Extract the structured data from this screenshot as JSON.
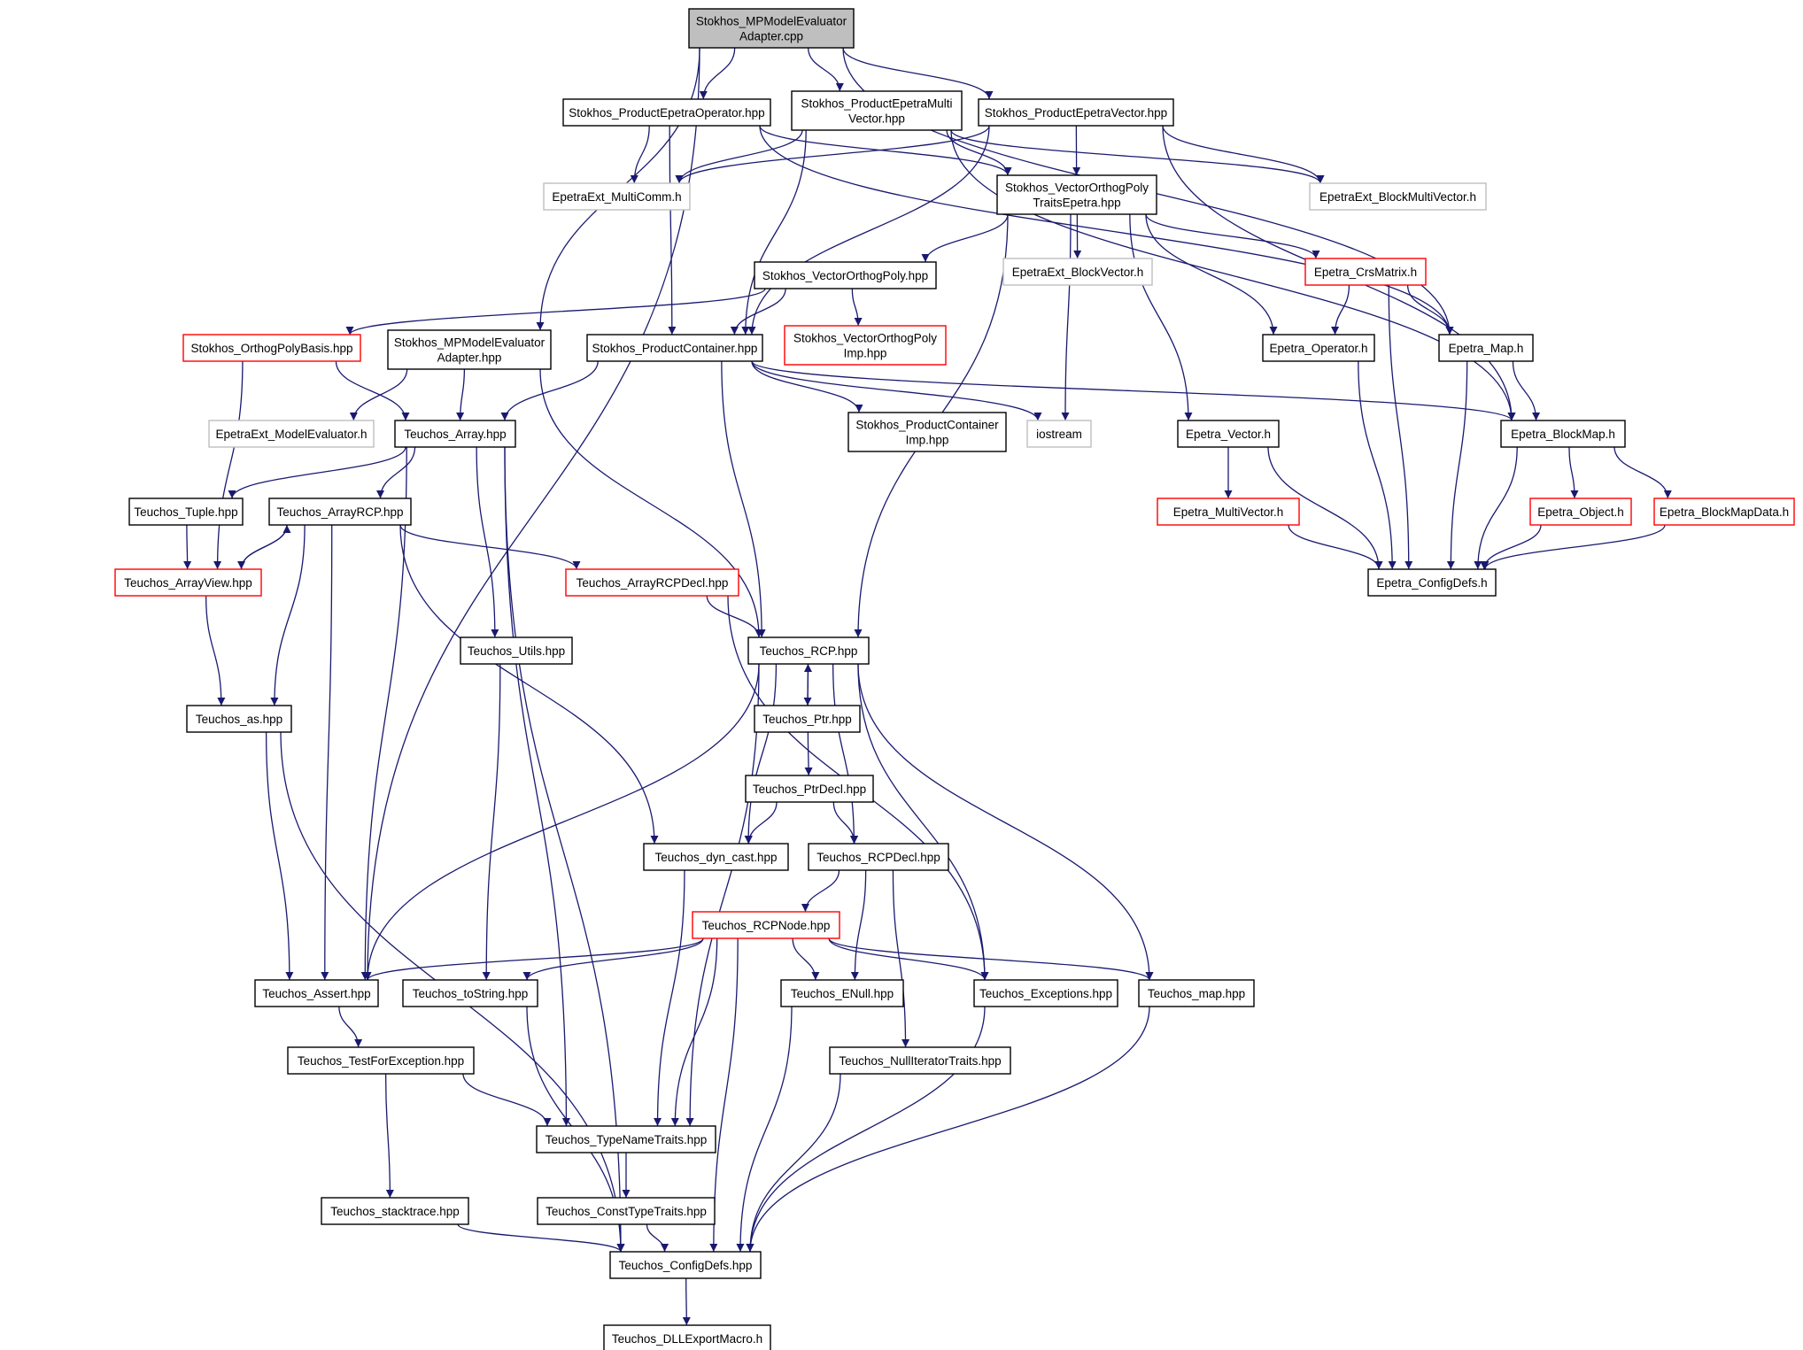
{
  "colors": {
    "edge": "#191970",
    "arrowhead": "#191970",
    "node_border_normal": "#000000",
    "node_border_truncated": "#ff0000",
    "node_border_external": "#bfbfbf",
    "node_fill_root": "#bfbfbf",
    "node_fill": "#ffffff"
  },
  "nodes": [
    {
      "id": "root",
      "lines": [
        "Stokhos_MPModelEvaluator",
        "Adapter.cpp"
      ],
      "kind": "root"
    },
    {
      "id": "prodOp",
      "lines": [
        "Stokhos_ProductEpetraOperator.hpp"
      ],
      "kind": "normal"
    },
    {
      "id": "prodMV",
      "lines": [
        "Stokhos_ProductEpetraMulti",
        "Vector.hpp"
      ],
      "kind": "normal"
    },
    {
      "id": "prodV",
      "lines": [
        "Stokhos_ProductEpetraVector.hpp"
      ],
      "kind": "normal"
    },
    {
      "id": "mpmodelhpp",
      "lines": [
        "Stokhos_MPModelEvaluator",
        "Adapter.hpp"
      ],
      "kind": "normal"
    },
    {
      "id": "multiComm",
      "lines": [
        "EpetraExt_MultiComm.h"
      ],
      "kind": "external"
    },
    {
      "id": "vopTraits",
      "lines": [
        "Stokhos_VectorOrthogPoly",
        "TraitsEpetra.hpp"
      ],
      "kind": "normal"
    },
    {
      "id": "blockMV",
      "lines": [
        "EpetraExt_BlockMultiVector.h"
      ],
      "kind": "external"
    },
    {
      "id": "vop",
      "lines": [
        "Stokhos_VectorOrthogPoly.hpp"
      ],
      "kind": "normal"
    },
    {
      "id": "blockVec",
      "lines": [
        "EpetraExt_BlockVector.h"
      ],
      "kind": "external"
    },
    {
      "id": "crsMatrix",
      "lines": [
        "Epetra_CrsMatrix.h"
      ],
      "kind": "truncated"
    },
    {
      "id": "opBasis",
      "lines": [
        "Stokhos_OrthogPolyBasis.hpp"
      ],
      "kind": "truncated"
    },
    {
      "id": "prodCont",
      "lines": [
        "Stokhos_ProductContainer.hpp"
      ],
      "kind": "normal"
    },
    {
      "id": "vopImp",
      "lines": [
        "Stokhos_VectorOrthogPoly",
        "Imp.hpp"
      ],
      "kind": "truncated"
    },
    {
      "id": "epOperator",
      "lines": [
        "Epetra_Operator.h"
      ],
      "kind": "normal"
    },
    {
      "id": "epMap",
      "lines": [
        "Epetra_Map.h"
      ],
      "kind": "normal"
    },
    {
      "id": "modelEval",
      "lines": [
        "EpetraExt_ModelEvaluator.h"
      ],
      "kind": "external"
    },
    {
      "id": "tArray",
      "lines": [
        "Teuchos_Array.hpp"
      ],
      "kind": "normal"
    },
    {
      "id": "prodContImp",
      "lines": [
        "Stokhos_ProductContainer",
        "Imp.hpp"
      ],
      "kind": "normal"
    },
    {
      "id": "iostream",
      "lines": [
        "iostream"
      ],
      "kind": "external"
    },
    {
      "id": "epVector",
      "lines": [
        "Epetra_Vector.h"
      ],
      "kind": "normal"
    },
    {
      "id": "epBlockMap",
      "lines": [
        "Epetra_BlockMap.h"
      ],
      "kind": "normal"
    },
    {
      "id": "tTuple",
      "lines": [
        "Teuchos_Tuple.hpp"
      ],
      "kind": "normal"
    },
    {
      "id": "tArrayRCP",
      "lines": [
        "Teuchos_ArrayRCP.hpp"
      ],
      "kind": "normal"
    },
    {
      "id": "epMV",
      "lines": [
        "Epetra_MultiVector.h"
      ],
      "kind": "truncated"
    },
    {
      "id": "epObject",
      "lines": [
        "Epetra_Object.h"
      ],
      "kind": "truncated"
    },
    {
      "id": "epBMData",
      "lines": [
        "Epetra_BlockMapData.h"
      ],
      "kind": "truncated"
    },
    {
      "id": "tArrayView",
      "lines": [
        "Teuchos_ArrayView.hpp"
      ],
      "kind": "truncated"
    },
    {
      "id": "tArrayRCPDecl",
      "lines": [
        "Teuchos_ArrayRCPDecl.hpp"
      ],
      "kind": "truncated"
    },
    {
      "id": "epConfig",
      "lines": [
        "Epetra_ConfigDefs.h"
      ],
      "kind": "normal"
    },
    {
      "id": "tUtils",
      "lines": [
        "Teuchos_Utils.hpp"
      ],
      "kind": "normal"
    },
    {
      "id": "tRCP",
      "lines": [
        "Teuchos_RCP.hpp"
      ],
      "kind": "normal"
    },
    {
      "id": "tAs",
      "lines": [
        "Teuchos_as.hpp"
      ],
      "kind": "normal"
    },
    {
      "id": "tPtr",
      "lines": [
        "Teuchos_Ptr.hpp"
      ],
      "kind": "normal"
    },
    {
      "id": "tPtrDecl",
      "lines": [
        "Teuchos_PtrDecl.hpp"
      ],
      "kind": "normal"
    },
    {
      "id": "tDynCast",
      "lines": [
        "Teuchos_dyn_cast.hpp"
      ],
      "kind": "normal"
    },
    {
      "id": "tRCPDecl",
      "lines": [
        "Teuchos_RCPDecl.hpp"
      ],
      "kind": "normal"
    },
    {
      "id": "tRCPNode",
      "lines": [
        "Teuchos_RCPNode.hpp"
      ],
      "kind": "truncated"
    },
    {
      "id": "tAssert",
      "lines": [
        "Teuchos_Assert.hpp"
      ],
      "kind": "normal"
    },
    {
      "id": "tToString",
      "lines": [
        "Teuchos_toString.hpp"
      ],
      "kind": "normal"
    },
    {
      "id": "tENull",
      "lines": [
        "Teuchos_ENull.hpp"
      ],
      "kind": "normal"
    },
    {
      "id": "tExceptions",
      "lines": [
        "Teuchos_Exceptions.hpp"
      ],
      "kind": "normal"
    },
    {
      "id": "tMap",
      "lines": [
        "Teuchos_map.hpp"
      ],
      "kind": "normal"
    },
    {
      "id": "tTestForExc",
      "lines": [
        "Teuchos_TestForException.hpp"
      ],
      "kind": "normal"
    },
    {
      "id": "tNullIter",
      "lines": [
        "Teuchos_NullIteratorTraits.hpp"
      ],
      "kind": "normal"
    },
    {
      "id": "tTypeName",
      "lines": [
        "Teuchos_TypeNameTraits.hpp"
      ],
      "kind": "normal"
    },
    {
      "id": "tStack",
      "lines": [
        "Teuchos_stacktrace.hpp"
      ],
      "kind": "normal"
    },
    {
      "id": "tConstType",
      "lines": [
        "Teuchos_ConstTypeTraits.hpp"
      ],
      "kind": "normal"
    },
    {
      "id": "tConfig",
      "lines": [
        "Teuchos_ConfigDefs.hpp"
      ],
      "kind": "normal"
    },
    {
      "id": "tDLL",
      "lines": [
        "Teuchos_DLLExportMacro.h"
      ],
      "kind": "normal"
    }
  ],
  "edges": [
    [
      "root",
      "prodOp"
    ],
    [
      "root",
      "prodMV"
    ],
    [
      "root",
      "prodV"
    ],
    [
      "root",
      "mpmodelhpp"
    ],
    [
      "root",
      "tAssert"
    ],
    [
      "root",
      "epMap"
    ],
    [
      "prodOp",
      "multiComm"
    ],
    [
      "prodOp",
      "vopTraits"
    ],
    [
      "prodOp",
      "prodCont"
    ],
    [
      "prodOp",
      "epMap"
    ],
    [
      "prodMV",
      "multiComm"
    ],
    [
      "prodMV",
      "vopTraits"
    ],
    [
      "prodMV",
      "prodCont"
    ],
    [
      "prodMV",
      "blockMV"
    ],
    [
      "prodMV",
      "epBlockMap"
    ],
    [
      "prodV",
      "multiComm"
    ],
    [
      "prodV",
      "vopTraits"
    ],
    [
      "prodV",
      "prodCont"
    ],
    [
      "prodV",
      "blockMV"
    ],
    [
      "prodV",
      "epBlockMap"
    ],
    [
      "vopTraits",
      "vop"
    ],
    [
      "vopTraits",
      "blockVec"
    ],
    [
      "vopTraits",
      "crsMatrix"
    ],
    [
      "vopTraits",
      "epOperator"
    ],
    [
      "vopTraits",
      "epVector"
    ],
    [
      "vopTraits",
      "iostream"
    ],
    [
      "vopTraits",
      "tRCP"
    ],
    [
      "vop",
      "opBasis"
    ],
    [
      "vop",
      "prodCont"
    ],
    [
      "vop",
      "vopImp"
    ],
    [
      "crsMatrix",
      "epOperator"
    ],
    [
      "crsMatrix",
      "epMap"
    ],
    [
      "crsMatrix",
      "epConfig"
    ],
    [
      "opBasis",
      "tArray"
    ],
    [
      "opBasis",
      "tArrayView"
    ],
    [
      "mpmodelhpp",
      "modelEval"
    ],
    [
      "mpmodelhpp",
      "tArray"
    ],
    [
      "mpmodelhpp",
      "tRCP"
    ],
    [
      "prodCont",
      "tArray"
    ],
    [
      "prodCont",
      "prodContImp"
    ],
    [
      "prodCont",
      "iostream"
    ],
    [
      "prodCont",
      "epBlockMap"
    ],
    [
      "prodCont",
      "tRCP"
    ],
    [
      "epOperator",
      "epConfig"
    ],
    [
      "epMap",
      "epBlockMap"
    ],
    [
      "epMap",
      "epConfig"
    ],
    [
      "epVector",
      "epMV"
    ],
    [
      "epVector",
      "epConfig"
    ],
    [
      "epBlockMap",
      "epObject"
    ],
    [
      "epBlockMap",
      "epBMData"
    ],
    [
      "epBlockMap",
      "epConfig"
    ],
    [
      "epMV",
      "epConfig"
    ],
    [
      "epObject",
      "epConfig"
    ],
    [
      "epBMData",
      "epConfig"
    ],
    [
      "tArray",
      "tTuple"
    ],
    [
      "tArray",
      "tArrayRCP"
    ],
    [
      "tArray",
      "tUtils"
    ],
    [
      "tArray",
      "tAssert"
    ],
    [
      "tArray",
      "tTypeName"
    ],
    [
      "tArray",
      "tConfig"
    ],
    [
      "tTuple",
      "tArrayView"
    ],
    [
      "tArrayRCP",
      "tArrayView"
    ],
    [
      "tArrayRCP",
      "tArrayRCPDecl"
    ],
    [
      "tArrayRCP",
      "tAs"
    ],
    [
      "tArrayRCP",
      "tAssert"
    ],
    [
      "tArrayRCP",
      "tDynCast"
    ],
    [
      "tArrayView",
      "tArrayRCP"
    ],
    [
      "tArrayView",
      "tAs"
    ],
    [
      "tArrayRCPDecl",
      "tRCP"
    ],
    [
      "tArrayRCPDecl",
      "tExceptions"
    ],
    [
      "tUtils",
      "tToString"
    ],
    [
      "tRCP",
      "tPtr"
    ],
    [
      "tRCP",
      "tDynCast"
    ],
    [
      "tRCP",
      "tRCPDecl"
    ],
    [
      "tRCP",
      "tAssert"
    ],
    [
      "tRCP",
      "tTypeName"
    ],
    [
      "tRCP",
      "tExceptions"
    ],
    [
      "tRCP",
      "tMap"
    ],
    [
      "tPtr",
      "tRCP"
    ],
    [
      "tPtr",
      "tPtrDecl"
    ],
    [
      "tPtrDecl",
      "tDynCast"
    ],
    [
      "tPtrDecl",
      "tRCPDecl"
    ],
    [
      "tDynCast",
      "tTypeName"
    ],
    [
      "tRCPDecl",
      "tRCPNode"
    ],
    [
      "tRCPDecl",
      "tENull"
    ],
    [
      "tRCPDecl",
      "tNullIter"
    ],
    [
      "tRCPNode",
      "tAssert"
    ],
    [
      "tRCPNode",
      "tToString"
    ],
    [
      "tRCPNode",
      "tENull"
    ],
    [
      "tRCPNode",
      "tExceptions"
    ],
    [
      "tRCPNode",
      "tMap"
    ],
    [
      "tRCPNode",
      "tTypeName"
    ],
    [
      "tRCPNode",
      "tConfig"
    ],
    [
      "tAs",
      "tAssert"
    ],
    [
      "tAs",
      "tConfig"
    ],
    [
      "tAssert",
      "tTestForExc"
    ],
    [
      "tTestForExc",
      "tTypeName"
    ],
    [
      "tTestForExc",
      "tStack"
    ],
    [
      "tToString",
      "tConfig"
    ],
    [
      "tENull",
      "tConfig"
    ],
    [
      "tExceptions",
      "tConfig"
    ],
    [
      "tMap",
      "tConfig"
    ],
    [
      "tNullIter",
      "tConfig"
    ],
    [
      "tTypeName",
      "tConstType"
    ],
    [
      "tStack",
      "tConfig"
    ],
    [
      "tConstType",
      "tConfig"
    ],
    [
      "tConfig",
      "tDLL"
    ]
  ]
}
